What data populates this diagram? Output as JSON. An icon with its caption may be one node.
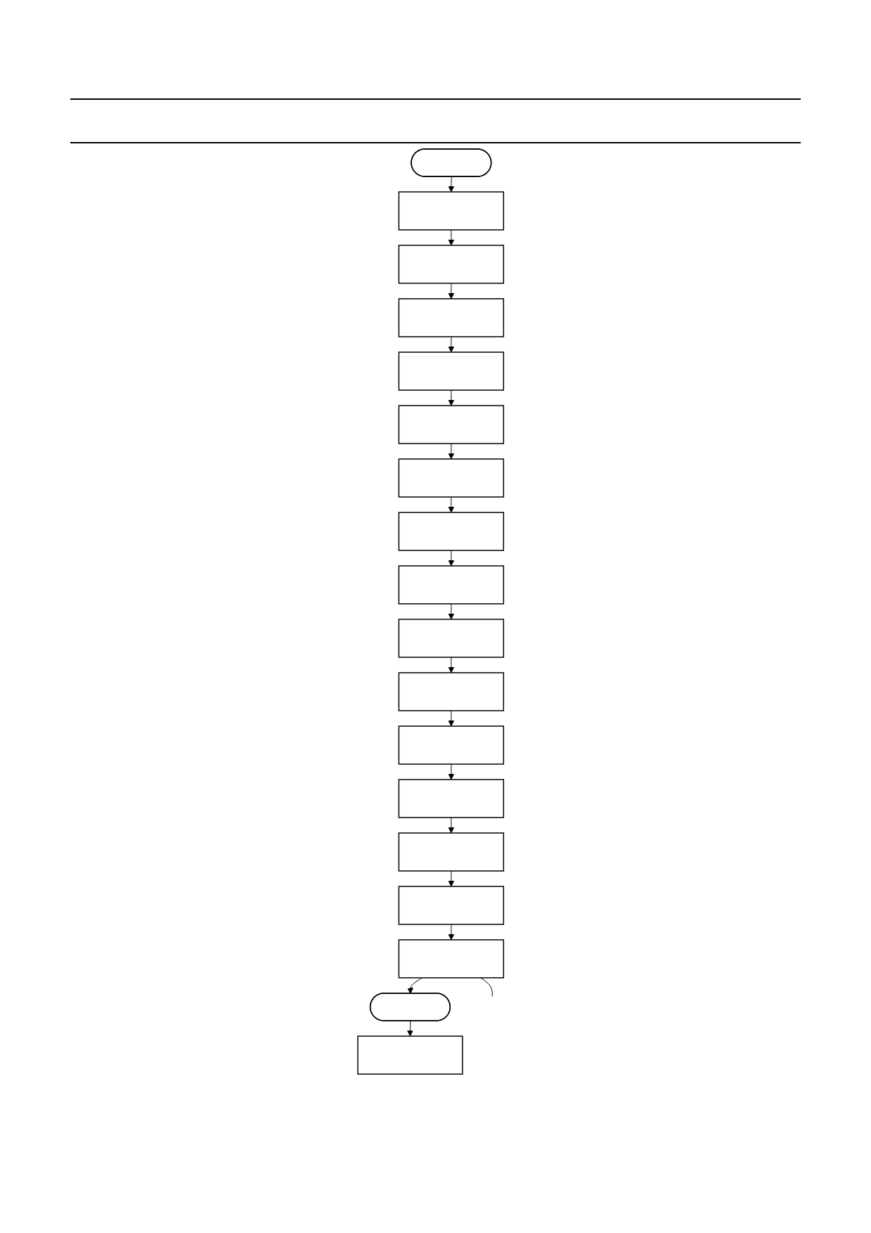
{
  "diagram": {
    "nodes": [
      {
        "text": [],
        "shape": "stadium"
      },
      {
        "text": [],
        "shape": "box"
      },
      {
        "text": [],
        "shape": "box"
      },
      {
        "text": [],
        "shape": "box"
      },
      {
        "text": [],
        "shape": "box"
      },
      {
        "text": [],
        "shape": "box"
      },
      {
        "text": [],
        "shape": "box"
      },
      {
        "text": [],
        "shape": "box"
      },
      {
        "text": [],
        "shape": "box"
      },
      {
        "text": [],
        "shape": "box"
      },
      {
        "text": [],
        "shape": "box"
      },
      {
        "text": [],
        "shape": "box"
      },
      {
        "text": [],
        "shape": "box"
      },
      {
        "text": [],
        "shape": "box"
      },
      {
        "text": [],
        "shape": "box"
      },
      {
        "text": [],
        "shape": "box"
      },
      {
        "text": [],
        "shape": "stadium"
      },
      {
        "text": [],
        "shape": "box"
      }
    ],
    "edges": [
      {
        "from": 0,
        "to": 1,
        "arrow": "to"
      },
      {
        "from": 1,
        "to": 2,
        "arrow": "to"
      },
      {
        "from": 2,
        "to": 3,
        "arrow": "to"
      },
      {
        "from": 3,
        "to": 4,
        "arrow": "to"
      },
      {
        "from": 4,
        "to": 5,
        "arrow": "to"
      },
      {
        "from": 5,
        "to": 6,
        "arrow": "to"
      },
      {
        "from": 6,
        "to": 7,
        "arrow": "to"
      },
      {
        "from": 7,
        "to": 8,
        "arrow": "to"
      },
      {
        "from": 8,
        "to": 9,
        "arrow": "to"
      },
      {
        "from": 9,
        "to": 10,
        "arrow": "to"
      },
      {
        "from": 10,
        "to": 11,
        "arrow": "to"
      },
      {
        "from": 11,
        "to": 12,
        "arrow": "to"
      },
      {
        "from": 12,
        "to": 13,
        "arrow": "to"
      },
      {
        "from": 13,
        "to": 14,
        "arrow": "to"
      },
      {
        "from": 14,
        "to": 15,
        "arrow": "to"
      },
      {
        "from": 15,
        "to": null,
        "arrow": "none"
      },
      {
        "from": 15,
        "to": 16,
        "arrow": "to"
      },
      {
        "from": 16,
        "to": 17,
        "arrow": "to"
      }
    ]
  }
}
